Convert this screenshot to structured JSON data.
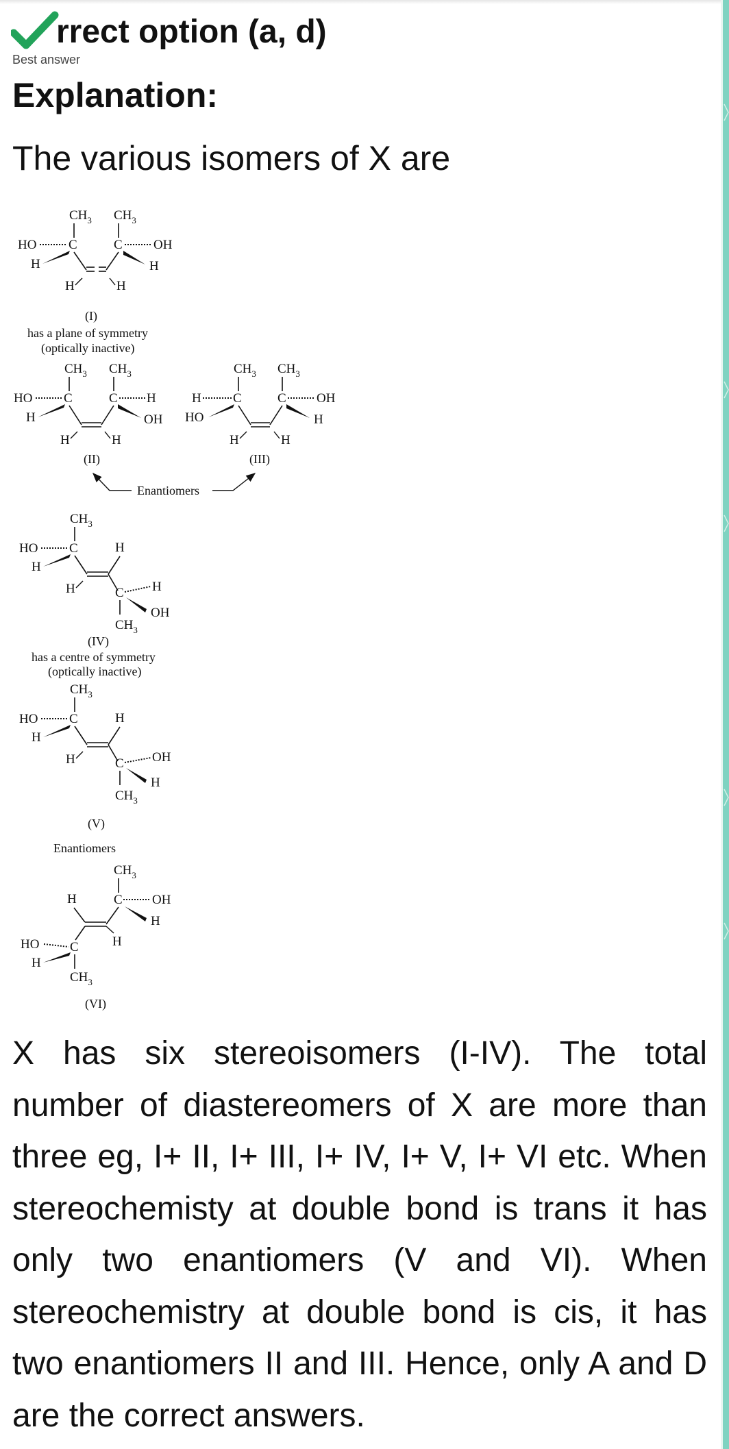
{
  "answer": {
    "title": "rrect option  (a, d)",
    "label": "Best answer",
    "check_color": "#22a35a"
  },
  "explanation": {
    "heading": "Explanation:",
    "intro": "The various isomers of X are"
  },
  "structures": {
    "ch3": "CH",
    "ch3_sub": "3",
    "c": "C",
    "h": "H",
    "oh": "OH",
    "ho": "HO",
    "i": {
      "label": "(I)",
      "note1": "has a plane of symmetry",
      "note2": "(optically inactive)"
    },
    "ii": {
      "label": "(II)"
    },
    "iii": {
      "label": "(III)"
    },
    "pair_label": "Enantiomers",
    "iv": {
      "label": "(IV)",
      "note1": "has a centre of symmetry",
      "note2": "(optically inactive)"
    },
    "v": {
      "label": "(V)"
    },
    "v_vi_label": "Enantiomers",
    "vi": {
      "label": "(VI)"
    }
  },
  "conclusion": "X has six stereoisomers (I-IV). The total number of diastereomers of X are more than three eg, I+ II, I+ III, I+ IV, I+ V, I+ VI etc. When stereochemisty at double bond is trans it has only two enantiomers (V and VI). When stereochemistry at double bond is cis, it has two enantiomers II and III. Hence, only A and D are the correct answers.",
  "theme": {
    "accent_strip": "#7fd3c1"
  }
}
